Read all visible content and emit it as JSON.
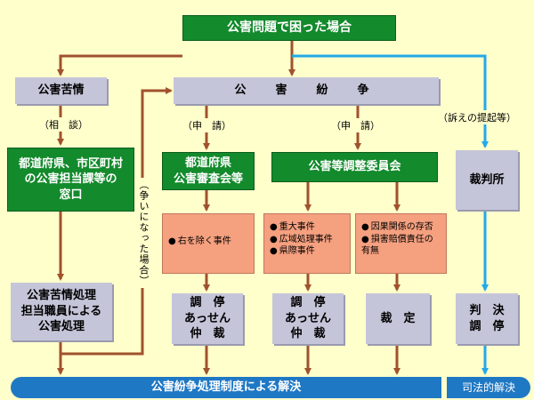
{
  "title": "公害問題で困った場合",
  "complaint": {
    "header": "公害苦情",
    "consult_label": "（相　談）",
    "window": "都道府県、市区町村\nの公害担当課等の\n窓口",
    "processing": "公害苦情処理\n担当職員による\n公害処理",
    "dispute_label": "（争いになった場合）"
  },
  "dispute": {
    "header": "公　害　紛　争",
    "apply_label_left": "（申　請）",
    "apply_label_right": "（申　請）",
    "prefecture_committee": "都道府県\n公害審査会等",
    "national_committee": "公害等調整委員会",
    "case_left": [
      "右を除く事件"
    ],
    "case_mid": [
      "重大事件",
      "広域処理事件",
      "県際事件"
    ],
    "case_right": [
      "因果関係の存否",
      "損害賠償責任の有無"
    ],
    "result_left": "調　停\nあっせん\n仲　裁",
    "result_mid": "調　停\nあっせん\n仲　裁",
    "result_right": "裁　定"
  },
  "court": {
    "lawsuit_label": "（訴えの提起等）",
    "court": "裁判所",
    "result": "判　決\n調　停"
  },
  "footer": {
    "dispute_resolution": "公害紛争処理制度による解決",
    "judicial_resolution": "司法的解決"
  },
  "colors": {
    "green": "#138a2c",
    "grey": "#c5c5d9",
    "pink": "#f5a07f",
    "blue": "#1f78c4",
    "arrow_brown": "#a0522d",
    "arrow_cyan": "#22a8e8"
  }
}
